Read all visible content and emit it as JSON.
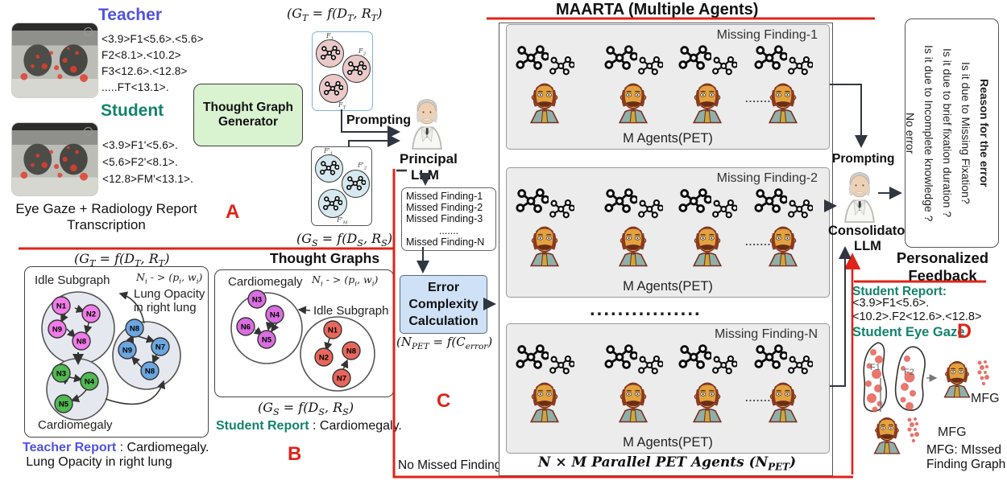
{
  "colors": {
    "red": "#de2418",
    "indigo": "#5053dd",
    "teal": "#12836c",
    "green_box": "#d9f2d0",
    "blue_box": "#cfe1f7"
  },
  "a": {
    "teacher_label": "Teacher",
    "teacher_gaze": [
      "<3.9>F1<5.6>.<5.6>",
      "F2<8.1>.<10.2>",
      "F3<12.6>.<12.8>",
      ".....FT<13.1>."
    ],
    "student_label": "Student",
    "student_gaze": [
      "<3.9>F1'<5.6>.",
      "<5.6>F2'<8.1>.",
      "<12.8>FM'<13.1>."
    ],
    "caption1": "Eye Gaze + Radiology Report",
    "caption2": "Transcription",
    "label": "A",
    "generator": "Thought Graph\nGenerator",
    "formula_gt": "(G_{T} = f(D_{T}, R_{T})",
    "formula_gs": "(G_{S} = f(D_{S}, R_{S})",
    "prompting": "Prompting",
    "tg_f1": "F_{1}",
    "tg_f2": "F_{2}",
    "tg_ft": "F_{T}",
    "sg_f1": "F'_{1}",
    "sg_f2": "F'_{2}",
    "sg_fm": "F'_{M}"
  },
  "principal": {
    "name1": "Principal",
    "name2": "LLM",
    "missed": [
      "Missed Finding-1",
      "Missed Finding-2",
      "Missed Finding-3",
      ".......",
      "Missed Finding-N"
    ]
  },
  "ecc": {
    "text": "Error\nComplexity\nCalculation",
    "formula": "(N_{PET} = f(C_{error})"
  },
  "maarta": {
    "title": "MAARTA (Multiple Agents)",
    "panels": [
      {
        "title": "Missing Finding-1",
        "agents_label": "M Agents(PET)"
      },
      {
        "title": "Missing Finding-2",
        "agents_label": "M Agents(PET)"
      },
      {
        "title": "Missing Finding-N",
        "agents_label": "M Agents(PET)"
      }
    ],
    "agent_dots": ".........",
    "between_dots": "................",
    "parallel_caption": "N × M Parallel PET Agents (N_{PET})",
    "no_missed": "No Missed Finding",
    "label": "C"
  },
  "consolidator": {
    "prompting": "Prompting",
    "name1": "Consolidator",
    "name2": "LLM"
  },
  "reason": {
    "title": "Reason for the error",
    "q1": "Is it due to Missing Fixation?",
    "q2": "Is it due to brief fixation duration ?",
    "q3": "Is it due to Incomplete knowledge ?",
    "q4": "No error"
  },
  "d": {
    "heading1": "Personalized",
    "heading2": "Feedback",
    "report_label": "Student Report:",
    "report_lines": [
      "<3.9>F1<5.6>.",
      "<10.2>.F2<12.6>.<12.8>"
    ],
    "eye_gaze_label": "Student Eye Gaze",
    "label": "D",
    "f1": "F1",
    "f2": "F2",
    "mfg1": "MFG",
    "mfg2": "MFG",
    "legend1": "MFG: MIssed",
    "legend2": "Finding Graph"
  },
  "b": {
    "formula_gt": "(G_{T} = f(D_{T}, R_{T})",
    "formula_gs": "(G_{S} = f(D_{S}, R_{S})",
    "heading": "Thought Graphs",
    "node_formula": "N_{i} - > (p_{i}, w_{i})",
    "teacher": {
      "idle_label": "Idle Subgraph",
      "lung1": "Lung Opacity",
      "lung2": "in right lung",
      "cardio": "Cardiomegaly",
      "pink_nodes": [
        "N1",
        "N2",
        "N9",
        "N8"
      ],
      "blue_nodes": [
        "N8",
        "N7",
        "N9",
        "N8"
      ],
      "green_nodes": [
        "N3",
        "N4",
        "N5"
      ]
    },
    "student": {
      "cardio": "Cardiomegaly",
      "idle_label": "Idle Subgraph",
      "purple_nodes": [
        "N3",
        "N4",
        "N6",
        "N5"
      ],
      "red_nodes": [
        "N1",
        "N8",
        "N2",
        "N7"
      ]
    },
    "teacher_report_label": "Teacher Report",
    "teacher_report_rest": " : Cardiomegaly.",
    "teacher_report_line2": "Lung Opacity in right lung",
    "student_report_label": "Student Report",
    "student_report_rest": " : Cardiomegaly.",
    "label": "B"
  }
}
